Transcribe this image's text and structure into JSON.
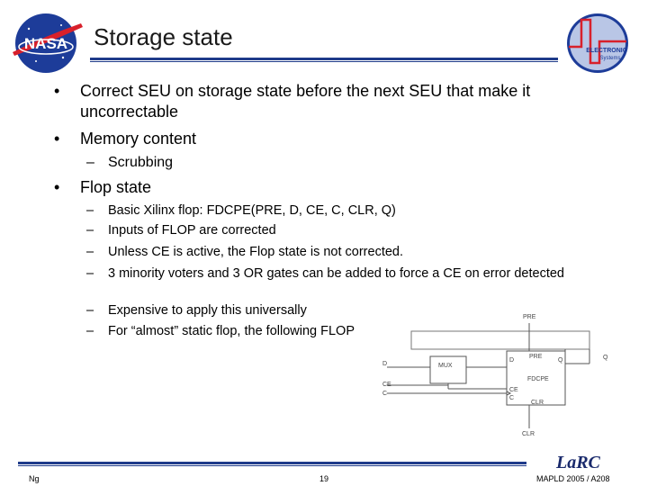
{
  "header": {
    "title": "Storage state",
    "nasa_logo_text": "NASA",
    "right_logo_lines": [
      "ELECTRONIC",
      "Systems"
    ]
  },
  "content": {
    "bullets": [
      {
        "text": "Correct SEU on storage state before the next SEU that make it uncorrectable"
      },
      {
        "text": "Memory content",
        "sub": [
          "Scrubbing"
        ]
      },
      {
        "text": "Flop state",
        "sub": [
          "Basic Xilinx flop: FDCPE(PRE, D, CE, C, CLR, Q)",
          "Inputs of FLOP are corrected",
          "Unless CE is active, the Flop state is not corrected.",
          "3 minority voters and 3 OR gates can  be added to force a CE on error detected",
          "Expensive to apply this universally",
          "For “almost” static flop, the following FLOP"
        ]
      }
    ]
  },
  "diagram": {
    "labels": {
      "pre_top": "PRE",
      "d": "D",
      "ce": "CE",
      "c": "C",
      "mux": "MUX",
      "ff_d": "D",
      "ff_pre": "PRE",
      "ff_q": "Q",
      "ff_name": "FDCPE",
      "ff_ce": "CE",
      "ff_c": "C",
      "ff_clr": "CLR",
      "q_out": "Q",
      "clr_bottom": "CLR"
    }
  },
  "footer": {
    "author": "Ng",
    "page": "19",
    "conference": "MAPLD 2005 / A208",
    "lab_logo": "La",
    "lab_logo_suffix": "RC"
  }
}
